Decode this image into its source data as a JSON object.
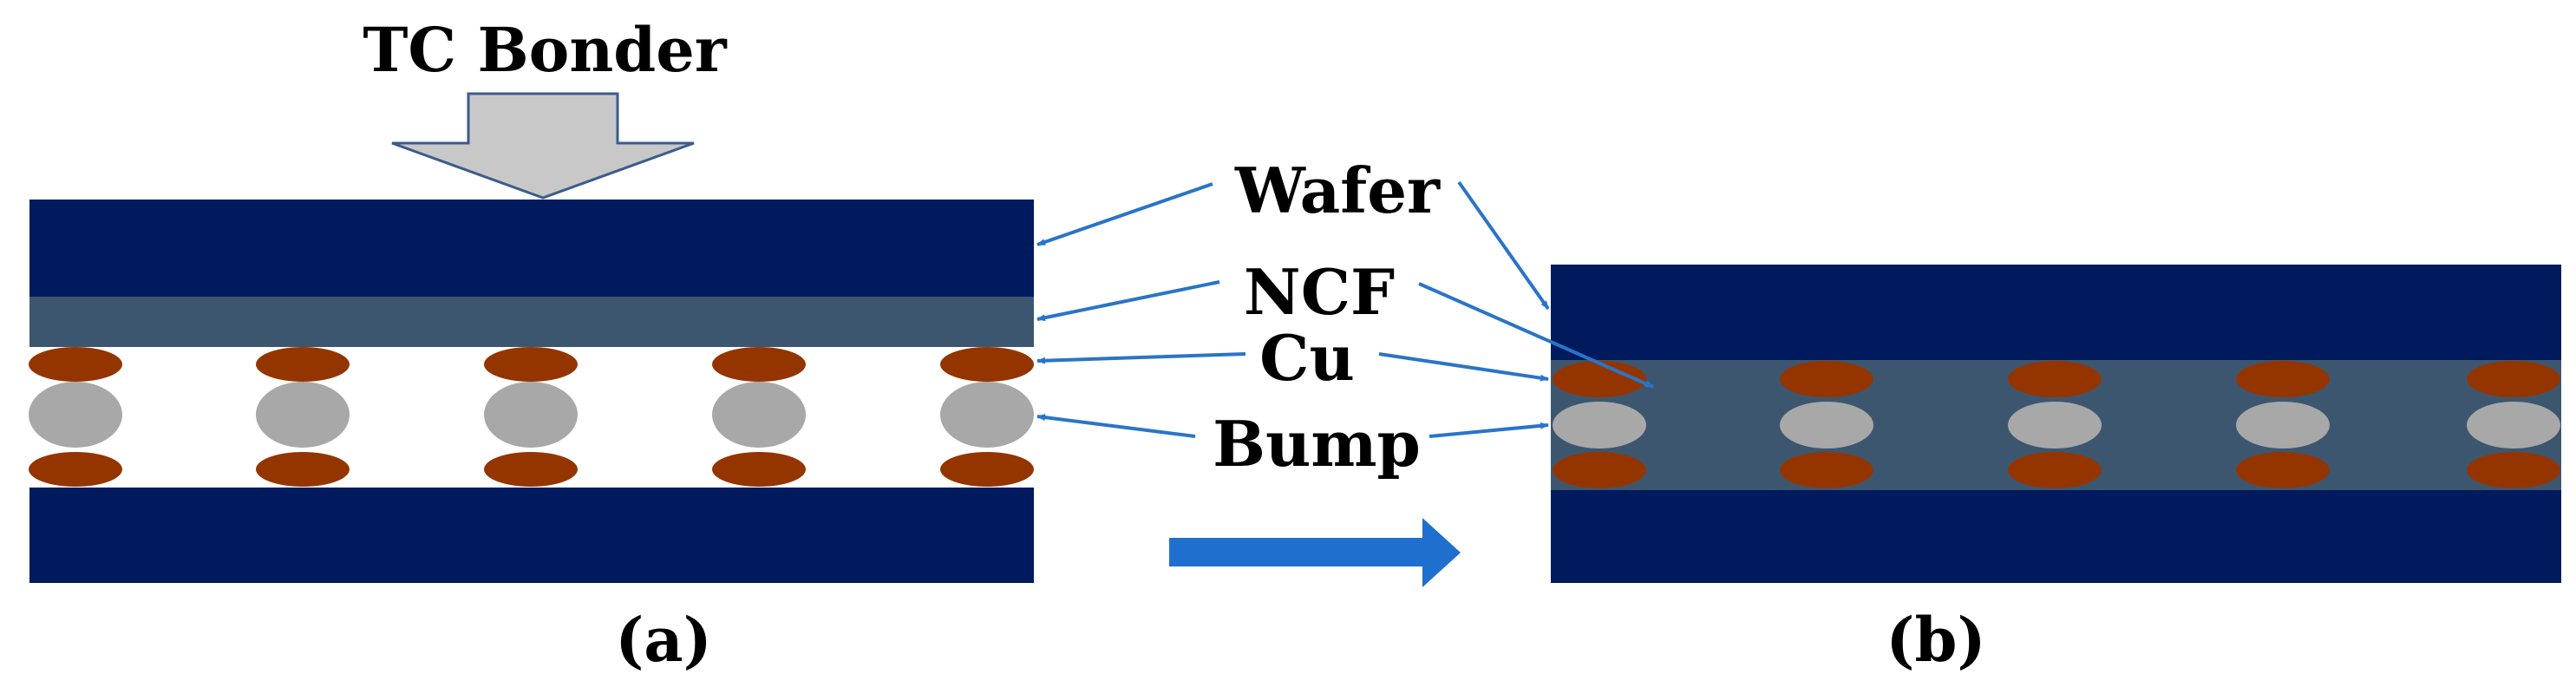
{
  "labels": {
    "bonder": "TC Bonder",
    "wafer": "Wafer",
    "ncf": "NCF",
    "cu": "Cu",
    "bump": "Bump",
    "panel_a": "(a)",
    "panel_b": "(b)"
  },
  "colors": {
    "wafer": "#001a5e",
    "ncf": "#3d5670",
    "cu": "#943500",
    "bump": "#a8a8a8",
    "bonder_arrow_fill": "#c8c8c8",
    "bonder_arrow_stroke": "#3c5b8c",
    "leader_arrow": "#2a74c8",
    "process_arrow": "#1f6fce"
  }
}
